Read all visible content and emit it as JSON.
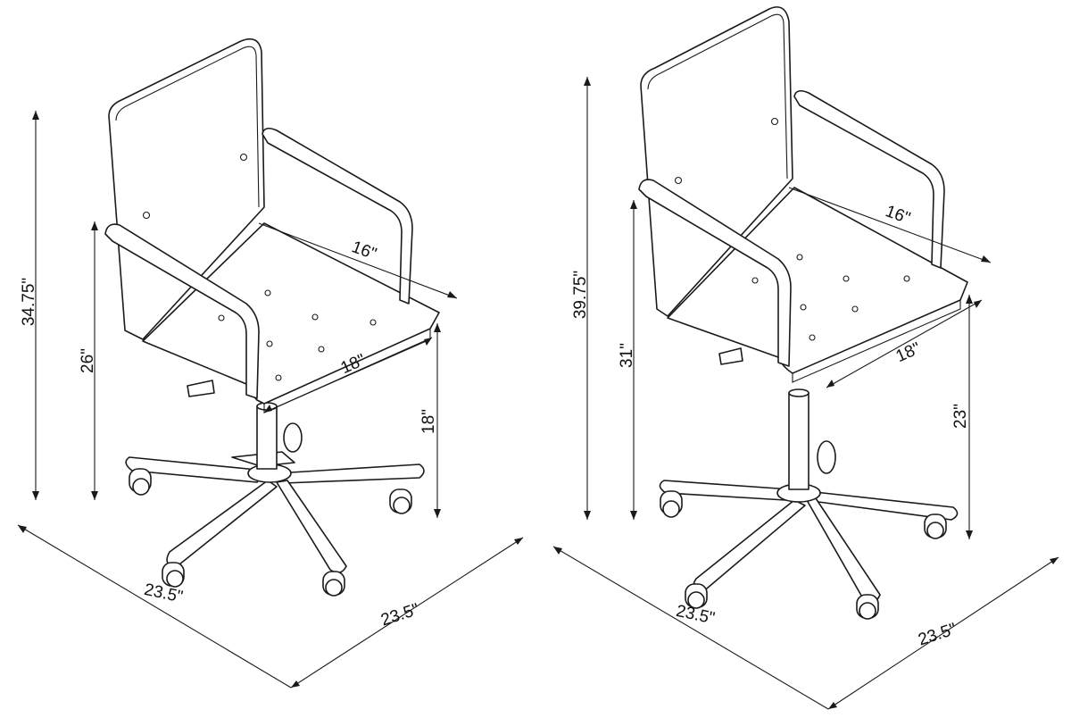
{
  "left_chair": {
    "overall_height": "34.75\"",
    "arm_height": "26\"",
    "seat_width": "16\"",
    "seat_depth": "18\"",
    "seat_height": "18\"",
    "base_depth": "23.5\"",
    "base_width": "23.5\""
  },
  "right_chair": {
    "overall_height": "39.75\"",
    "arm_height": "31\"",
    "seat_width": "16\"",
    "seat_depth": "18\"",
    "seat_height": "23\"",
    "base_depth": "23.5\"",
    "base_width": "23.5\""
  }
}
